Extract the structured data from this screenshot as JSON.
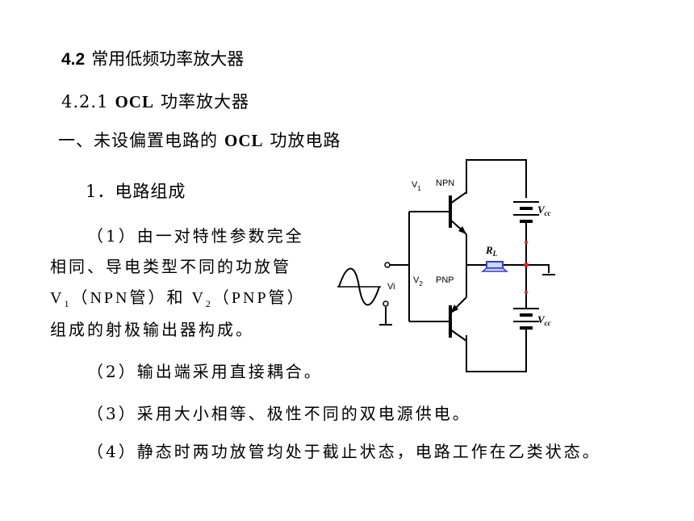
{
  "heading1": {
    "num": "4.2",
    "text": "常用低频功率放大器"
  },
  "heading2": {
    "num": "4.2.1",
    "ocl": "OCL",
    "text": "功率放大器"
  },
  "heading3": {
    "pre": "一、未设偏置电路的",
    "ocl": "OCL",
    "post": "功放电路"
  },
  "heading4": "1．电路组成",
  "para1": {
    "line1": "（1）由一对特性参数完全",
    "line2": "相同、导电类型不同的功放管",
    "line3_a": "V",
    "line3_sub1": "1",
    "line3_b": "（NPN管）和 V",
    "line3_sub2": "2",
    "line3_c": "（PNP管）",
    "line4": "组成的射极输出器构成。"
  },
  "para2": "（2）输出端采用直接耦合。",
  "para3": "（3）采用大小相等、极性不同的双电源供电。",
  "para4": "（4）静态时两功放管均处于截止状态，电路工作在乙类状态。",
  "circuit": {
    "v1": "V",
    "v1_sub": "1",
    "npn": "NPN",
    "v2": "V",
    "v2_sub": "2",
    "pnp": "PNP",
    "vi": "Vi",
    "rl": "R",
    "rl_sub": "L",
    "vcc_top": "V",
    "vcc_top_sub": "cc",
    "vcc_bot": "V",
    "vcc_bot_sub": "cc",
    "speaker_color": "#3a3ad8",
    "node_color": "#e02020"
  }
}
